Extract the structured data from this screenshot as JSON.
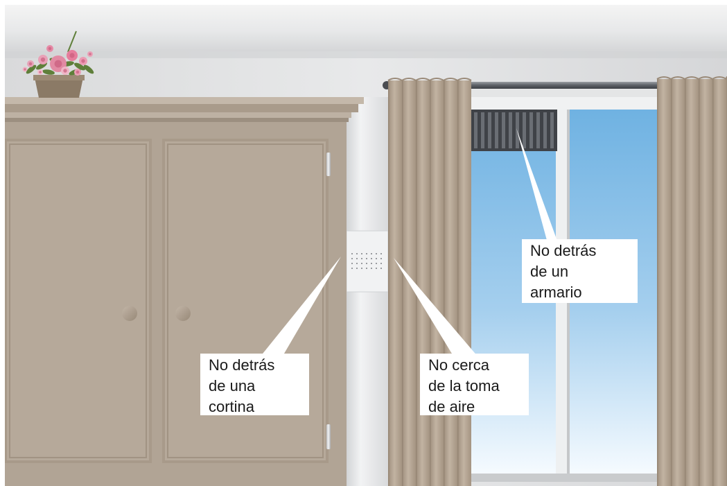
{
  "callouts": {
    "wardrobe": {
      "lines": [
        "No detrás",
        "de un",
        "armario"
      ]
    },
    "curtain": {
      "lines": [
        "No detrás",
        "de una",
        "cortina"
      ]
    },
    "air_intake": {
      "lines": [
        "No cerca",
        "de la toma",
        "de aire"
      ]
    }
  },
  "colors": {
    "wardrobe": "#b1a495",
    "curtain": "#b1a08d",
    "sky": "#7ab8e4",
    "wall": "#e6e7e8",
    "vent_grille": "#4a4d52"
  },
  "icons": {
    "flower_pot": "flower-pot-icon",
    "vent": "vent-grille-icon",
    "sensor": "wall-sensor-icon"
  }
}
